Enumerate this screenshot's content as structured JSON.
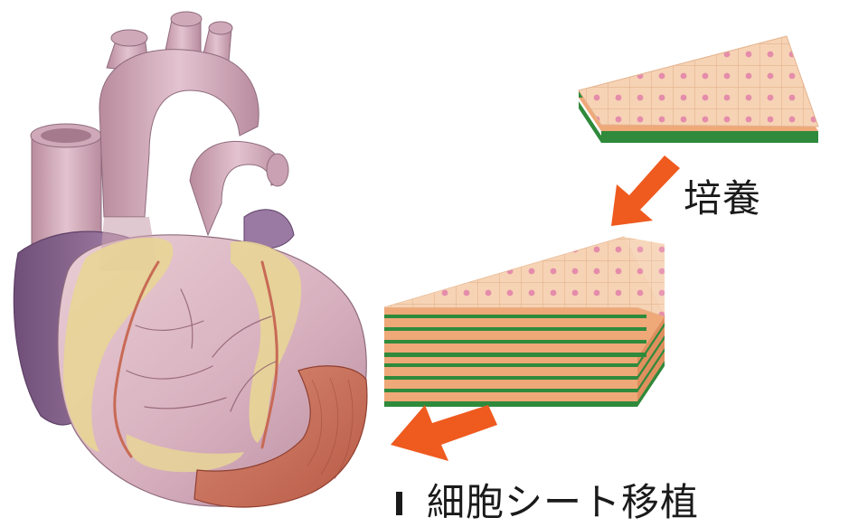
{
  "labels": {
    "culture": "培養",
    "transplant": "細胞シート移植"
  },
  "colors": {
    "sheet_top": "#f6d3b4",
    "sheet_side": "#efa878",
    "sheet_edge_green": "#2f8a3c",
    "cell_nucleus": "#e58cab",
    "arrow": "#ef5a1f",
    "heart_muscle": "#d9b3bf",
    "heart_shadow": "#a77a8e",
    "atrium_purple": "#8e6a92",
    "fat_yellow": "#e8d596",
    "vessel": "#c86a55",
    "patch": "#c96a55"
  },
  "icons": [
    "heart-illustration",
    "cell-sheet-single",
    "cell-sheet-stack",
    "arrow-culture",
    "arrow-transplant"
  ]
}
